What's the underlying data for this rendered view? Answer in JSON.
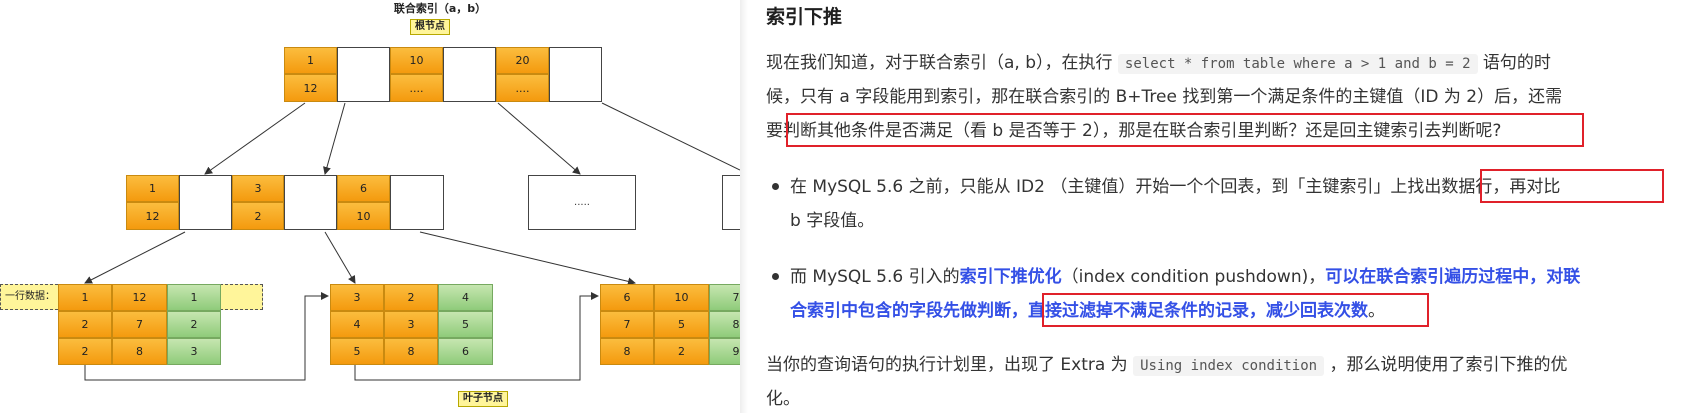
{
  "diagram": {
    "title": "联合索引（a，b）",
    "root_tag": "根节点",
    "leaf_tag": "叶子节点",
    "row_label": "一行数据：",
    "root": [
      {
        "top": "1",
        "bottom": "12"
      },
      {
        "top": "10",
        "bottom": "...."
      },
      {
        "top": "20",
        "bottom": "...."
      }
    ],
    "internal": [
      {
        "top": "1",
        "bottom": "12"
      },
      {
        "top": "3",
        "bottom": "2"
      },
      {
        "top": "6",
        "bottom": "10"
      }
    ],
    "ellipsis": ".....",
    "leaves": [
      {
        "rows": [
          [
            "1",
            "12",
            "1"
          ],
          [
            "2",
            "7",
            "2"
          ],
          [
            "2",
            "8",
            "3"
          ]
        ]
      },
      {
        "rows": [
          [
            "3",
            "2",
            "4"
          ],
          [
            "4",
            "3",
            "5"
          ],
          [
            "5",
            "8",
            "6"
          ]
        ]
      },
      {
        "rows": [
          [
            "6",
            "10",
            "7"
          ],
          [
            "7",
            "5",
            "8"
          ],
          [
            "8",
            "2",
            "9"
          ]
        ]
      }
    ]
  },
  "article": {
    "heading": "索引下推",
    "p1_line1_pre": "现在我们知道，对于联合索引（a, b），在执行",
    "p1_code": "select * from table where a > 1 and b = 2",
    "p1_line1_post": "语句的时",
    "p1_line2": "候，只有 a 字段能用到索引，那在联合索引的 B+Tree 找到第一个满足条件的主键值（ID 为 2）后，还需",
    "p1_line3": "要判断其他条件是否满足（看 b 是否等于 2），那是在联合索引里判断？还是回主键索引去判断呢?",
    "b1_line1": "在 MySQL 5.6 之前，只能从 ID2 （主键值）开始一个个回表，到「主键索引」上找出数据行，再对比",
    "b1_line2": "b 字段值。",
    "b2_line1_pre": "而 MySQL 5.6 引入的",
    "b2_line1_bold": "索引下推优化",
    "b2_line1_mid": "（index condition pushdown)，",
    "b2_line1_bold2": "可以在联合索引遍历过程中，对联",
    "b2_line2_bold": "合索引中包含的字段先做判断，",
    "b2_line2_bold2": "直接过滤掉不满足条件的记录，减少回表次数",
    "b2_line2_end": "。",
    "p2_pre": "当你的查询语句的执行计划里，出现了 Extra 为",
    "p2_code": "Using index condition",
    "p2_post": "，那么说明使用了索引下推的优",
    "p2_line2": "化。"
  }
}
